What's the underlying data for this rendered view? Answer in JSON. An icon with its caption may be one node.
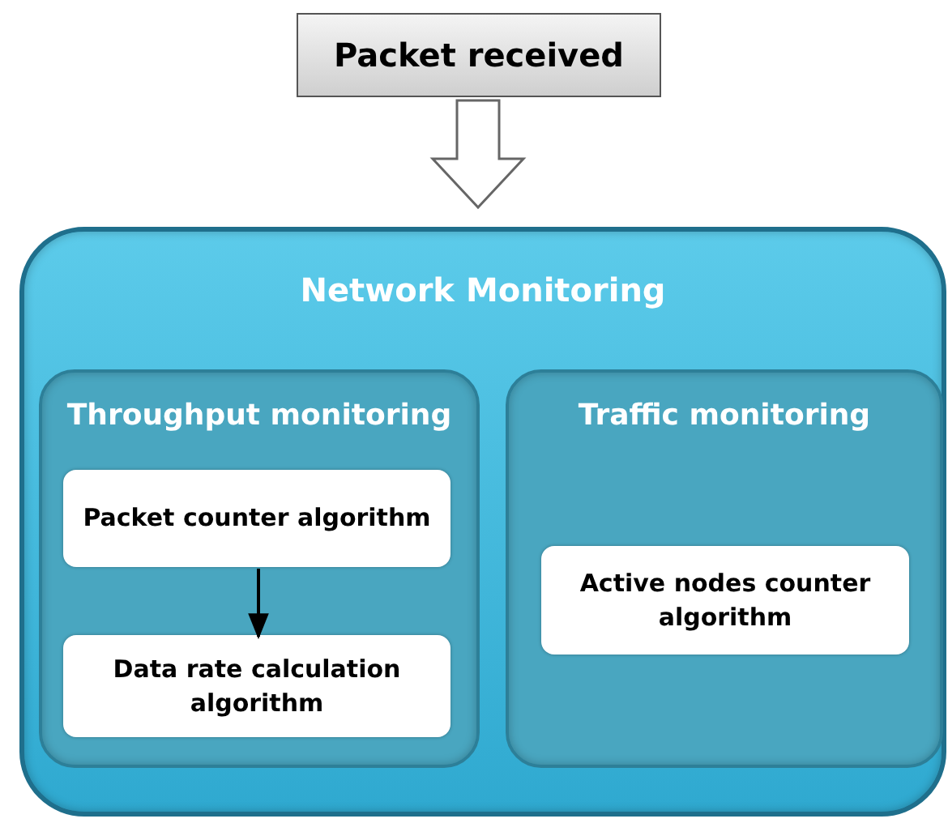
{
  "diagram": {
    "nodes": [
      {
        "text": [
          "Packet received"
        ]
      },
      {
        "text": [
          "Network Monitoring"
        ]
      },
      {
        "text": [
          "Throughput monitoring"
        ],
        "in": 1
      },
      {
        "text": [
          "Packet counter algorithm"
        ],
        "in": 2
      },
      {
        "text": [
          "Data rate calculation algorithm"
        ],
        "in": 2
      },
      {
        "text": [
          "Traffic monitoring"
        ],
        "in": 1
      },
      {
        "text": [
          "Active nodes counter algorithm"
        ],
        "in": 5
      }
    ],
    "edges": [
      {
        "from": 0,
        "to": 1,
        "arrow": "to"
      },
      {
        "from": 3,
        "to": 4,
        "arrow": "to"
      }
    ]
  }
}
